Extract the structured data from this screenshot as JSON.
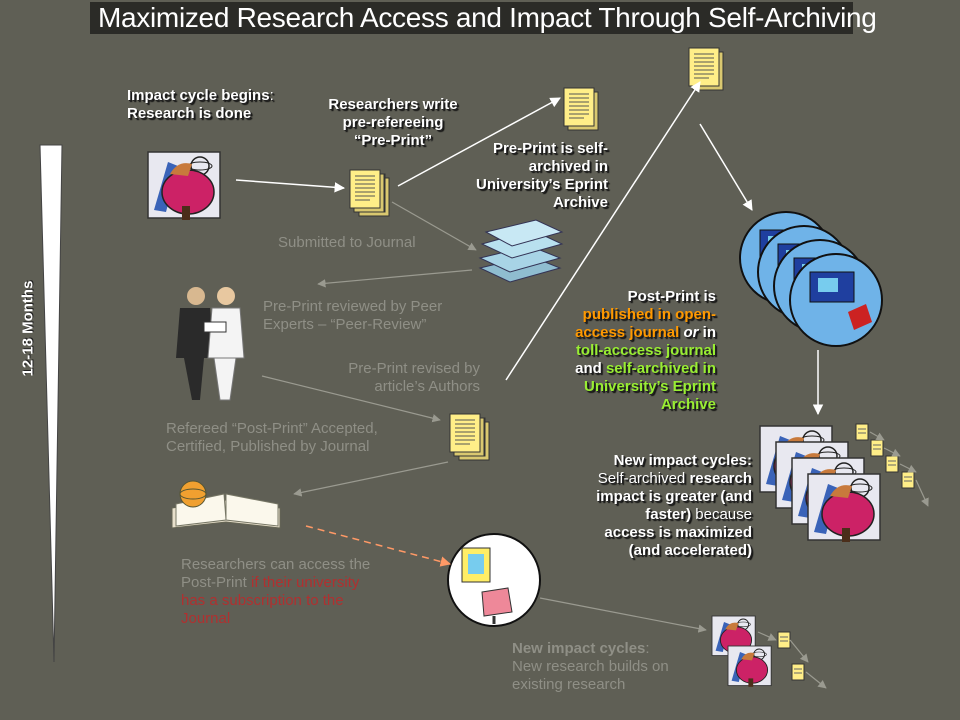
{
  "title": "Maximized Research Access and Impact Through Self-Archiving",
  "timeline_label": "12-18 Months",
  "impact_begins": {
    "bold": "Impact cycle begins",
    "colon": ":",
    "line2": "Research is done"
  },
  "researchers_write": {
    "line1": "Researchers write",
    "line2": "pre-refereeing",
    "line3": "“Pre-Print”"
  },
  "preprint_archived": {
    "line1": "Pre-Print is self-",
    "line2": "archived in",
    "line3": "University’s Eprint",
    "line4": "Archive"
  },
  "submitted": "Submitted to Journal",
  "peer_review": {
    "line1": "Pre-Print reviewed by Peer",
    "line2": "Experts – “Peer-Review”"
  },
  "revised": {
    "line1": "Pre-Print revised by",
    "line2": "article’s Authors"
  },
  "refereed": {
    "line1": "Refereed “Post-Print” Accepted,",
    "line2": "Certified, Published by Journal"
  },
  "postprint": {
    "p1": "Post-Print is",
    "p2": "published in open-",
    "p3": "access journal",
    "p3or": " or",
    "p3in": " in",
    "p4": "toll-acccess journal",
    "p5a": "and",
    "p5b": " self-archived in",
    "p6": "University’s Eprint",
    "p7": "Archive"
  },
  "new_cycles_right": {
    "head": "New impact cycles",
    "colon": ":",
    "l2a": "Self-archived",
    "l2b": " research",
    "l3": "impact is greater (and",
    "l4a": "faster)",
    "l4b": " because",
    "l5": "access is maximized",
    "l6": "(and accelerated)"
  },
  "access_subscription": {
    "l1": "Researchers can access the",
    "l2a": "Post-Print",
    "l2b": " if their university",
    "l3": "has a subscription to the",
    "l4": "Journal"
  },
  "new_cycles_bottom": {
    "head": "New impact cycles",
    "colon": ":",
    "l2": "New research builds on",
    "l3": "existing research"
  },
  "colors": {
    "background": "#5f5f55",
    "title_bar": "#2b2b27",
    "faded_text": "#8f8f86",
    "open_access": "#ff9900",
    "self_archive": "#99ee33",
    "subscription": "#b03030"
  }
}
